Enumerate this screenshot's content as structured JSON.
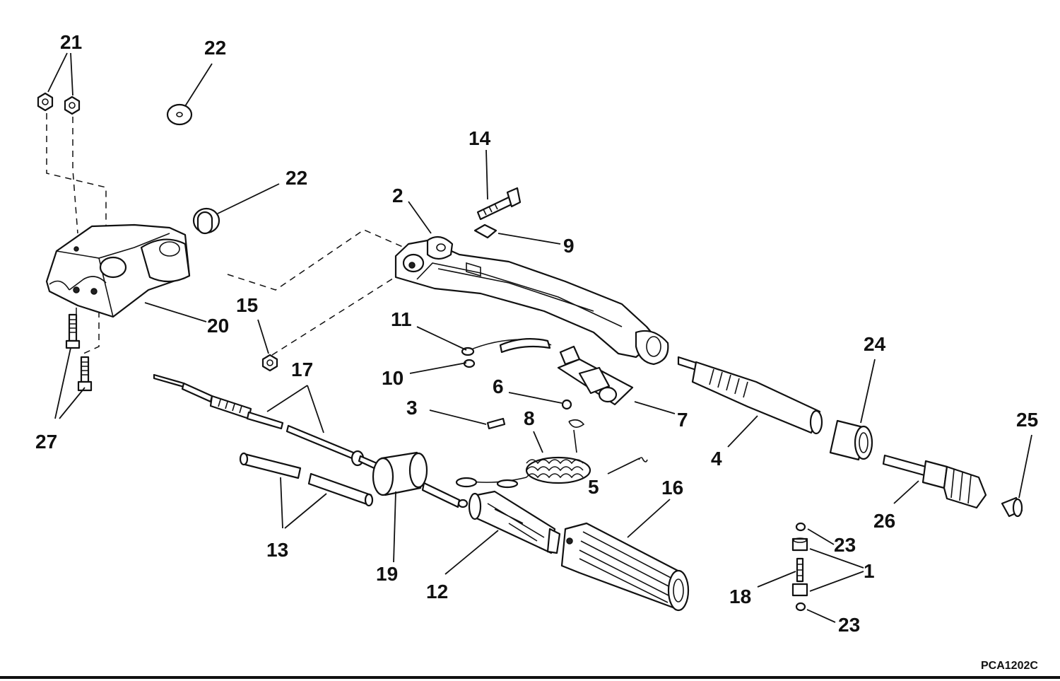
{
  "diagram_code": "PCA1202C",
  "callouts": [
    "21",
    "22",
    "22",
    "14",
    "2",
    "9",
    "20",
    "15",
    "11",
    "10",
    "6",
    "7",
    "24",
    "25",
    "17",
    "3",
    "8",
    "27",
    "4",
    "5",
    "16",
    "26",
    "13",
    "19",
    "12",
    "23",
    "1",
    "18",
    "23"
  ]
}
